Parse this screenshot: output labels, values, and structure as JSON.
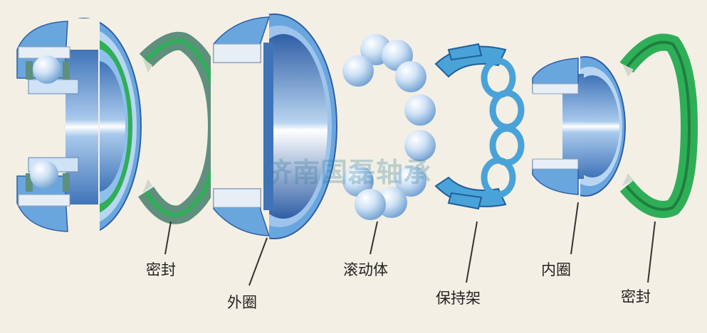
{
  "labels": {
    "seal_left": "密封",
    "outer_ring": "外圈",
    "rolling_elements": "滚动体",
    "cage": "保持架",
    "inner_ring": "内圈",
    "seal_right": "密封"
  },
  "watermark": "济南国磊轴承",
  "colors": {
    "background": "#f3efe4",
    "ring_blue": "#6aa6de",
    "ring_light": "#b8d6f2",
    "ring_dark": "#3f74b8",
    "seal_green": "#2fae58",
    "seal_gray": "#5f8f7d",
    "cage_blue": "#4aa3d8",
    "ball": "#cfe2f6"
  }
}
